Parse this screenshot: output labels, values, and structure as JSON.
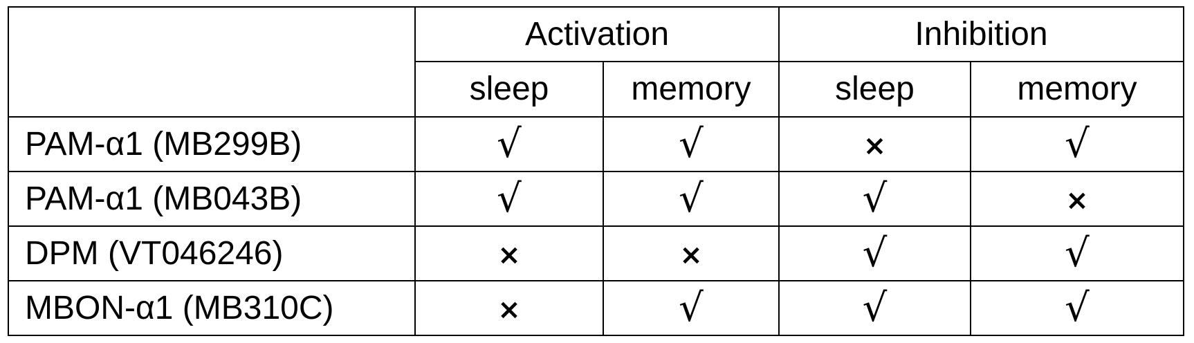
{
  "chart_data": {
    "type": "table",
    "column_groups": [
      {
        "label": "Activation",
        "columns": [
          "sleep",
          "memory"
        ]
      },
      {
        "label": "Inhibition",
        "columns": [
          "sleep",
          "memory"
        ]
      }
    ],
    "rows": [
      {
        "label": "PAM-α1 (MB299B)",
        "cells": [
          "√",
          "√",
          "×",
          "√"
        ]
      },
      {
        "label": "PAM-α1 (MB043B)",
        "cells": [
          "√",
          "√",
          "√",
          "×"
        ]
      },
      {
        "label": "DPM (VT046246)",
        "cells": [
          "×",
          "×",
          "√",
          "√"
        ]
      },
      {
        "label": "MBON-α1 (MB310C)",
        "cells": [
          "×",
          "√",
          "√",
          "√"
        ]
      }
    ]
  }
}
